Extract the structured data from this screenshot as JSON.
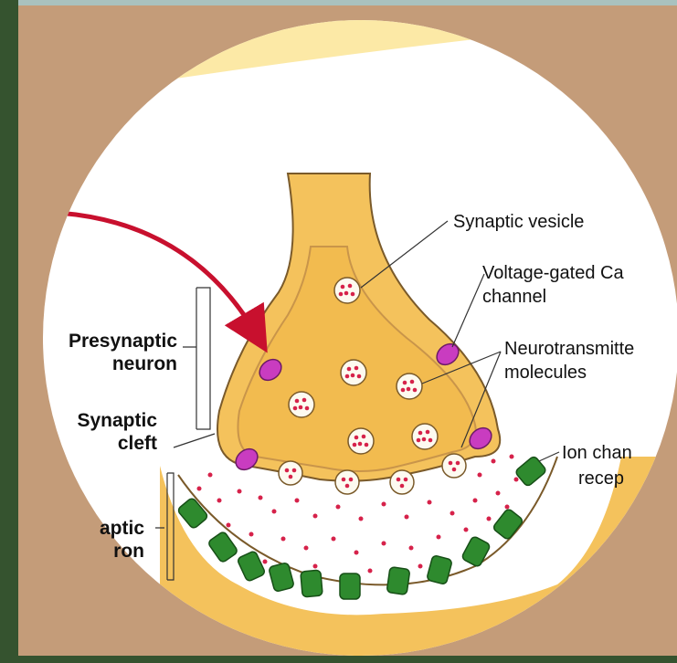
{
  "labels": {
    "synaptic_vesicle": "Synaptic vesicle",
    "voltage_gated_line1": "Voltage-gated Ca",
    "voltage_gated_line2": "channel",
    "neurotransmitter_line1": "Neurotransmitte",
    "neurotransmitter_line2": "molecules",
    "ion_channel_line1": "Ion chan",
    "ion_channel_line2": "recep",
    "presynaptic_line1": "Presynaptic",
    "presynaptic_line2": "neuron",
    "cleft_line1": "Synaptic",
    "cleft_line2": "cleft",
    "postsynaptic_line1": "aptic",
    "postsynaptic_line2": "ron"
  },
  "colors": {
    "background": "#c49c79",
    "frame": "#35532f",
    "neuron": "#f4c25c",
    "neuron_inner": "#f2bb4f",
    "membrane": "#7a5a2a",
    "vesicle_dot": "#d6224a",
    "ca_channel": "#c93cc0",
    "receptor": "#2e8a2e",
    "arrow": "#c8102e"
  }
}
